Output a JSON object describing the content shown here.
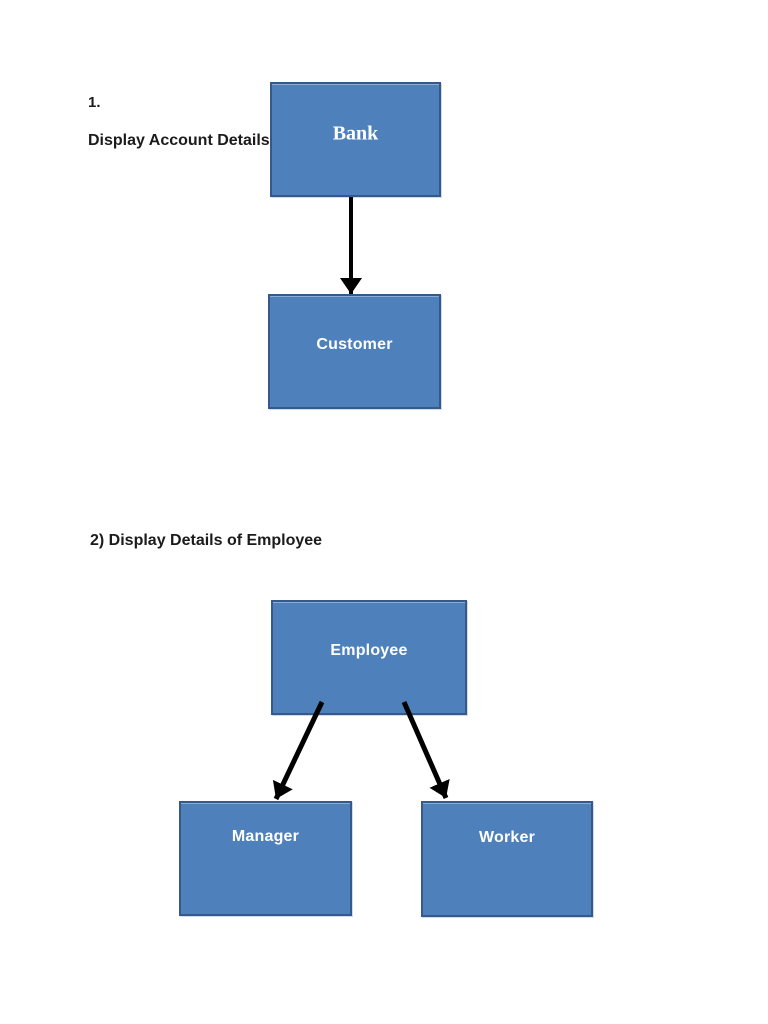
{
  "document": {
    "page_background": "#ffffff",
    "sections": [
      {
        "number": "1.",
        "title": "Display Account Details",
        "diagram": {
          "type": "flowchart",
          "nodes": [
            {
              "id": "bank",
              "label": "Bank"
            },
            {
              "id": "customer",
              "label": "Customer"
            }
          ],
          "edges": [
            {
              "from": "bank",
              "to": "customer",
              "style": "solid-arrow"
            }
          ]
        }
      },
      {
        "title": "2) Display Details of Employee",
        "diagram": {
          "type": "flowchart",
          "nodes": [
            {
              "id": "employee",
              "label": "Employee"
            },
            {
              "id": "manager",
              "label": "Manager"
            },
            {
              "id": "worker",
              "label": "Worker"
            }
          ],
          "edges": [
            {
              "from": "employee",
              "to": "manager",
              "style": "solid-arrow"
            },
            {
              "from": "employee",
              "to": "worker",
              "style": "solid-arrow"
            }
          ]
        }
      }
    ],
    "colors": {
      "node_fill": "#4e80bc",
      "node_border": "#36598c",
      "node_text": "#ffffff",
      "arrow": "#000000",
      "heading_text": "#1b1b1b"
    }
  }
}
